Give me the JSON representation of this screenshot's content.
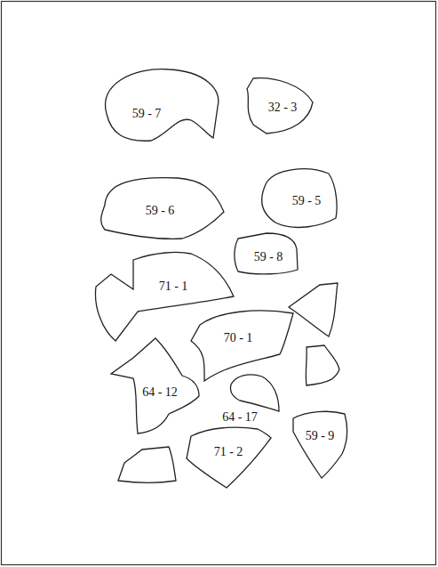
{
  "diagram": {
    "nodes": [
      {
        "text": [
          "59 - 7"
        ]
      },
      {
        "text": [
          "32 - 3"
        ]
      },
      {
        "text": [
          "59 - 6"
        ]
      },
      {
        "text": [
          "59 - 5"
        ]
      },
      {
        "text": [
          "59 - 8"
        ]
      },
      {
        "text": [
          "71 - 1"
        ]
      },
      {
        "text": [
          "70 - 1"
        ]
      },
      {
        "text": [
          "64 - 12"
        ]
      },
      {
        "text": [
          "64 - 17"
        ]
      },
      {
        "text": [
          "59 - 9"
        ]
      },
      {
        "text": [
          "71 - 2"
        ]
      }
    ]
  }
}
